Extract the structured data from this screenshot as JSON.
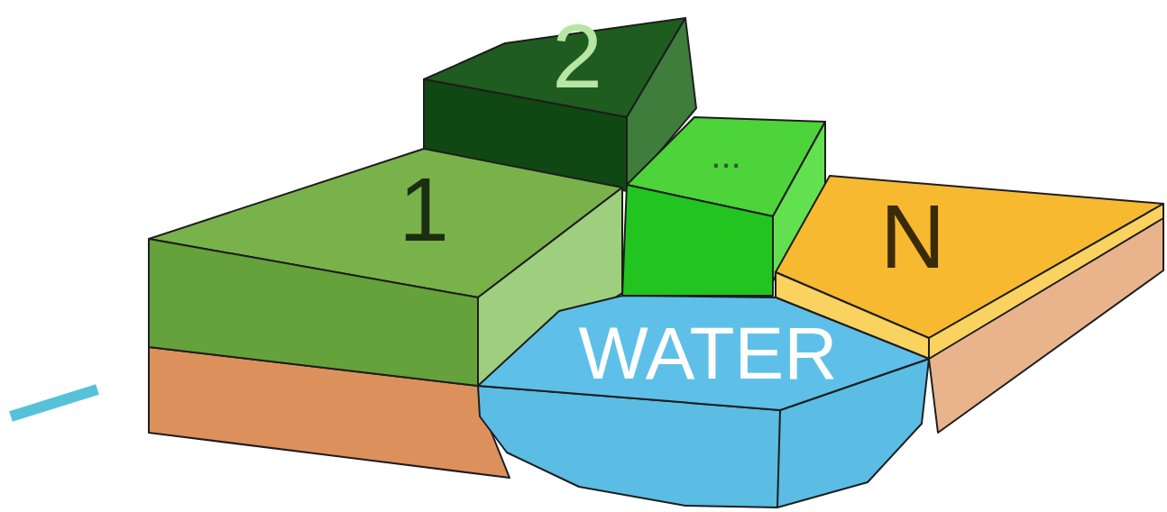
{
  "diagram": {
    "nodes": [
      {
        "text": [
          "2"
        ]
      },
      {
        "text": [
          "1"
        ]
      },
      {
        "text": [
          "..."
        ]
      },
      {
        "text": [
          "N"
        ]
      },
      {
        "text": [
          "WATER"
        ]
      }
    ]
  }
}
